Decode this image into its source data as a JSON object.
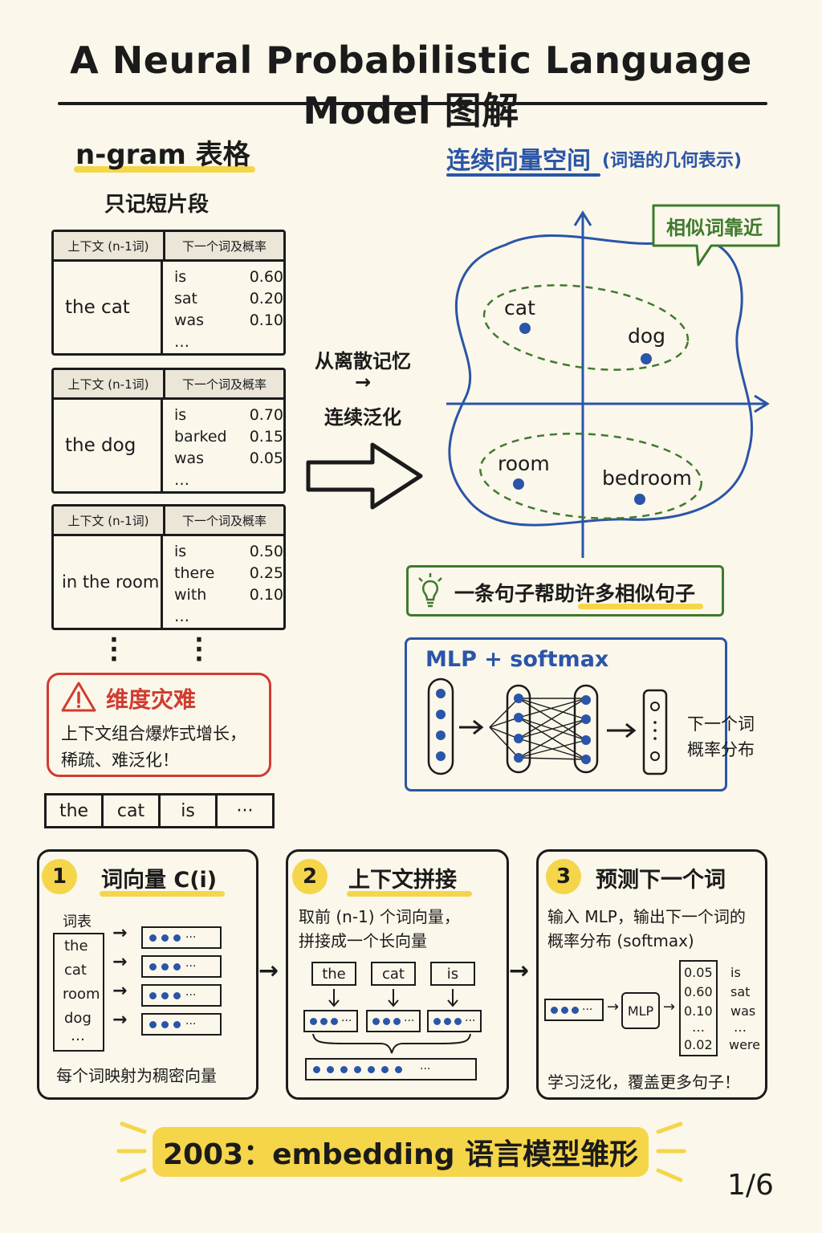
{
  "title": "A Neural Probabilistic Language Model 图解",
  "ngram": {
    "section_title": "n-gram 表格",
    "subtitle": "只记短片段",
    "col_context": "上下文 (n-1词)",
    "col_next": "下一个词及概率",
    "tables": [
      {
        "context": "the cat",
        "rows": [
          {
            "word": "is",
            "prob": "0.60"
          },
          {
            "word": "sat",
            "prob": "0.20"
          },
          {
            "word": "was",
            "prob": "0.10"
          }
        ],
        "more": "…"
      },
      {
        "context": "the dog",
        "rows": [
          {
            "word": "is",
            "prob": "0.70"
          },
          {
            "word": "barked",
            "prob": "0.15"
          },
          {
            "word": "was",
            "prob": "0.05"
          }
        ],
        "more": "…"
      },
      {
        "context": "in the room",
        "rows": [
          {
            "word": "is",
            "prob": "0.50"
          },
          {
            "word": "there",
            "prob": "0.25"
          },
          {
            "word": "with",
            "prob": "0.10"
          }
        ],
        "more": "…"
      }
    ],
    "warning_title": "维度灾难",
    "warning_lines": [
      "上下文组合爆炸式增长，",
      "稀疏、难泛化！"
    ],
    "tokens": [
      "the",
      "cat",
      "is",
      "···"
    ]
  },
  "transition": {
    "line1": "从离散记忆",
    "arrow": "→",
    "line2": "连续泛化"
  },
  "vector_space": {
    "title": "连续向量空间",
    "subtitle": "(词语的几何表示)",
    "bubble": "相似词靠近",
    "words": {
      "cat": "cat",
      "dog": "dog",
      "room": "room",
      "bedroom": "bedroom"
    },
    "colors": {
      "blue": "#2a55a8",
      "green": "#3f7a2e"
    }
  },
  "tip": "一条句子帮助许多相似句子",
  "mlp": {
    "title": "MLP + softmax",
    "output_lines": [
      "下一个词",
      "概率分布"
    ]
  },
  "steps": [
    {
      "num": "1",
      "title": "词向量 C(i)",
      "vocab_label": "词表",
      "vocab": [
        "the",
        "cat",
        "room",
        "dog"
      ],
      "vocab_more": "…",
      "caption": "每个词映射为稠密向量"
    },
    {
      "num": "2",
      "title": "上下文拼接",
      "desc_lines": [
        "取前 (n-1) 个词向量，",
        "拼接成一个长向量"
      ],
      "tokens": [
        "the",
        "cat",
        "is"
      ]
    },
    {
      "num": "3",
      "title": "预测下一个词",
      "desc_lines": [
        "输入 MLP，输出下一个词的",
        "概率分布 (softmax)"
      ],
      "mlp_label": "MLP",
      "probs": [
        {
          "p": "0.05",
          "w": "is"
        },
        {
          "p": "0.60",
          "w": "sat"
        },
        {
          "p": "0.10",
          "w": "was"
        },
        {
          "p": "…",
          "w": "…"
        },
        {
          "p": "0.02",
          "w": "were"
        }
      ],
      "caption": "学习泛化，覆盖更多句子！"
    }
  ],
  "banner": "2003：embedding 语言模型雏形",
  "page": "1/6",
  "accent": {
    "yellow": "#f5d54a",
    "red": "#d13b2f"
  }
}
